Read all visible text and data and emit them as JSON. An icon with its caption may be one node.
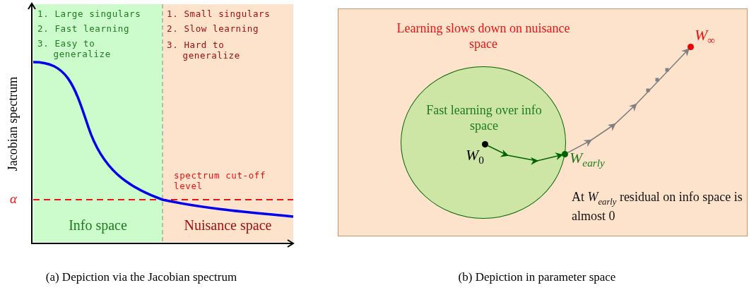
{
  "diagram": {
    "nodes": [
      {
        "text": [
          "Learning slows down on nuisance space",
          "At *W*$_{early}$ residual on info space is almost 0"
        ]
      },
      {
        "text": [
          "Fast learning over info space"
        ],
        "in": 0
      },
      {
        "text": [
          "*W*$_{0}$"
        ],
        "in": 1
      },
      {
        "text": [
          "*W*$_{early}$"
        ],
        "in": 0
      },
      {
        "text": [
          "*W*$_{∞}$"
        ],
        "in": 0
      }
    ],
    "edges": [
      {
        "from": 2,
        "to": 3,
        "arrow": "to",
        "color": "#006400"
      },
      {
        "from": 3,
        "to": 4,
        "arrow": "to",
        "color": "#808080"
      }
    ],
    "labels": [
      "1. Large singulars",
      "2. Fast learning",
      "3. Easy to generalize",
      "1. Small singulars",
      "2. Slow learning",
      "3. Hard to generalize",
      "Jacobian spectrum",
      "spectrum cut-off level",
      "α",
      "Info space",
      "Nuisance space",
      "(a) Depiction via the Jacobian spectrum",
      "(b) Depiction in parameter space"
    ]
  }
}
